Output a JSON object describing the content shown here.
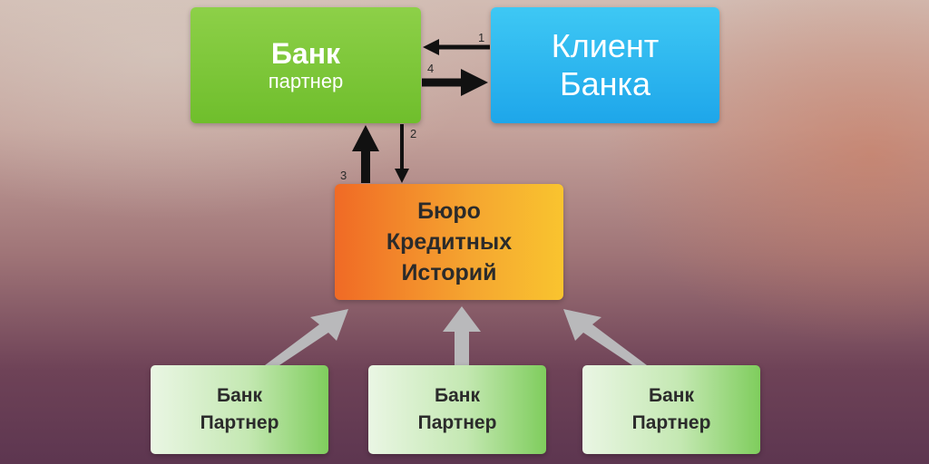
{
  "main_bank": {
    "line1": "Банк",
    "line2": "партнер"
  },
  "client": {
    "line1": "Клиент",
    "line2": "Банка"
  },
  "bureau": {
    "line1": "Бюро",
    "line2": "Кредитных",
    "line3": "Историй"
  },
  "partners": [
    {
      "line1": "Банк",
      "line2": "Партнер"
    },
    {
      "line1": "Банк",
      "line2": "Партнер"
    },
    {
      "line1": "Банк",
      "line2": "Партнер"
    }
  ],
  "steps": {
    "s1": "1",
    "s2": "2",
    "s3": "3",
    "s4": "4"
  }
}
